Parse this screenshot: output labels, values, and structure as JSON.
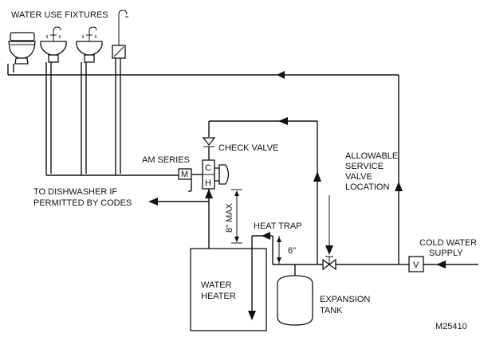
{
  "labels": {
    "fixtures_title": "WATER USE FIXTURES",
    "check_valve": "CHECK VALVE",
    "am_series": "AM SERIES",
    "port_m": "M",
    "port_c": "C",
    "port_h": "H",
    "dishwasher_line1": "TO DISHWASHER IF",
    "dishwasher_line2": "PERMITTED BY CODES",
    "eight_max": "8\" MAX",
    "heat_trap": "HEAT TRAP",
    "six_inch": "6\"",
    "water_heater_line1": "WATER",
    "water_heater_line2": "HEATER",
    "expansion_line1": "EXPANSION",
    "expansion_line2": "TANK",
    "allowable_line1": "ALLOWABLE",
    "allowable_line2": "SERVICE",
    "allowable_line3": "VALVE",
    "allowable_line4": "LOCATION",
    "cold_line1": "COLD WATER",
    "cold_line2": "SUPPLY",
    "valve_v": "V",
    "figure_id": "M25410"
  },
  "icons": [
    "toilet-icon",
    "sink-faucet-icon",
    "sink-faucet-icon",
    "shower-valve-icon",
    "check-valve-icon",
    "mixing-valve-icon",
    "service-valve-icon",
    "expansion-tank-icon"
  ]
}
